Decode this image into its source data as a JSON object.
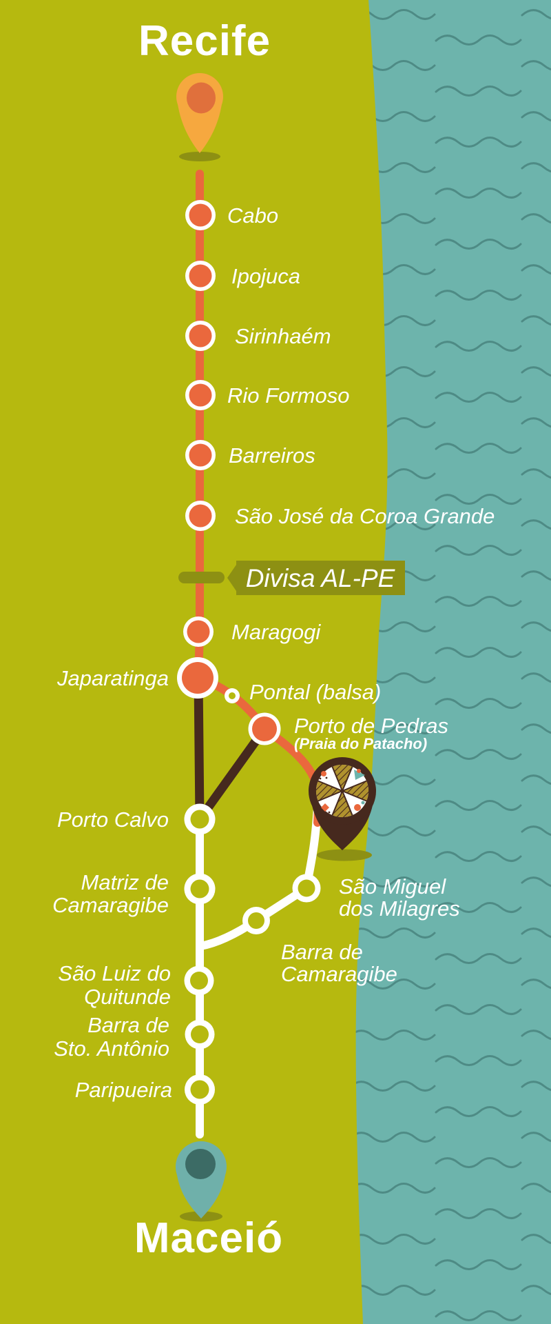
{
  "map": {
    "start_city": "Recife",
    "end_city": "Maceió",
    "border_label": "Divisa AL-PE",
    "stops": {
      "cabo": "Cabo",
      "ipojuca": "Ipojuca",
      "sirinhaem": "Sirinhaém",
      "rio_formoso": "Rio Formoso",
      "barreiros": "Barreiros",
      "sao_jose": "São José da Coroa Grande",
      "maragogi": "Maragogi",
      "japaratinga": "Japaratinga",
      "pontal": "Pontal (balsa)",
      "porto_de_pedras": "Porto de Pedras",
      "porto_de_pedras_sub": "(Praia do Patacho)",
      "porto_calvo": "Porto Calvo",
      "matriz_line1": "Matriz de",
      "matriz_line2": "Camaragibe",
      "sao_miguel_line1": "São Miguel",
      "sao_miguel_line2": "dos Milagres",
      "barra_cam_line1": "Barra de",
      "barra_cam_line2": "Camaragibe",
      "sao_luiz_line1": "São Luiz do",
      "sao_luiz_line2": "Quitunde",
      "barra_sto_line1": "Barra de",
      "barra_sto_line2": "Sto. Antônio",
      "paripueira": "Paripueira"
    },
    "colors": {
      "land": "#b6b90f",
      "ocean": "#6db4ac",
      "waves": "#4e8b85",
      "route_main": "#ea683d",
      "route_secondary": "#ffffff",
      "route_connector": "#46291e",
      "start_pin": "#f6a83f",
      "start_pin_inner": "#e0703c",
      "end_pin": "#6fb0aa",
      "end_pin_inner": "#3c6b65",
      "decor_pin": "#46291e",
      "decor_pin_gold": "#b0922e",
      "badge": "#8d9013",
      "label_text": "#ffffff"
    }
  }
}
